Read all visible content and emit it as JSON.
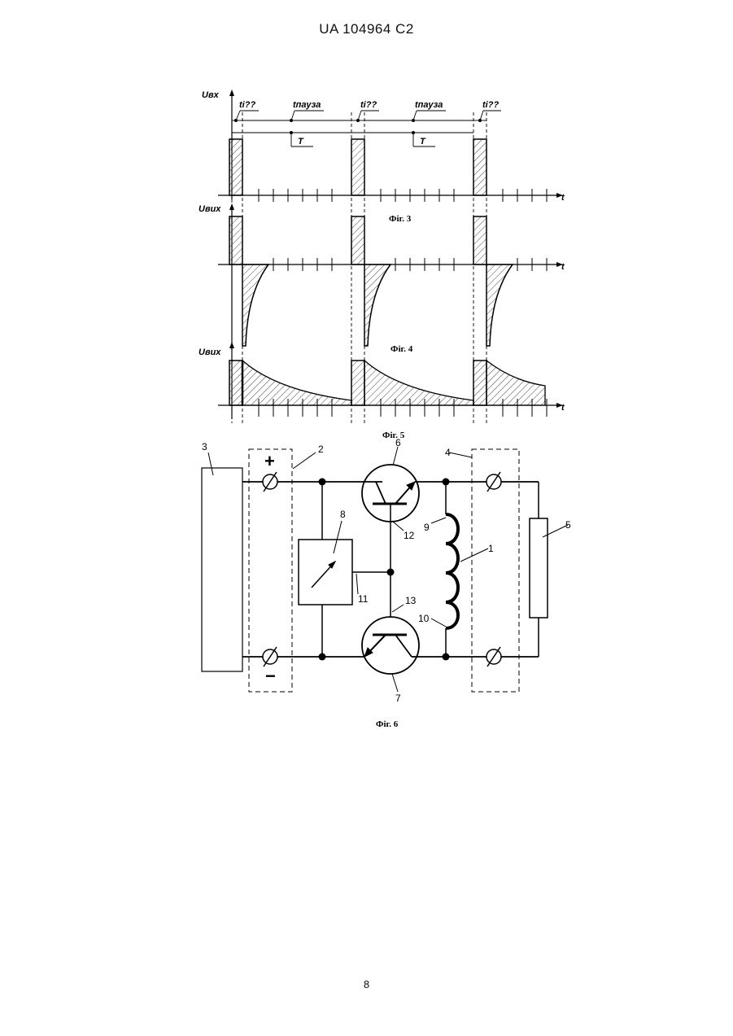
{
  "header": "UA   104964   C2",
  "page_number": "8",
  "fig3": {
    "axis_y": "Uвх",
    "axis_x": "t",
    "caption": "Фіг. 3",
    "timing_labels": [
      "ti??",
      "tпауза",
      "ti??",
      "tпауза",
      "ti??"
    ],
    "period_labels": [
      "T",
      "T"
    ]
  },
  "fig4": {
    "axis_y": "Uвих",
    "axis_x": "t",
    "caption": "Фіг. 4"
  },
  "fig5": {
    "axis_y": "Uвих",
    "axis_x": "t",
    "caption": "Фіг. 5"
  },
  "fig6": {
    "caption": "Фіг. 6",
    "plus": "+",
    "minus": "−",
    "refs": [
      "1",
      "2",
      "3",
      "4",
      "5",
      "6",
      "7",
      "8",
      "9",
      "10",
      "11",
      "12",
      "13"
    ]
  }
}
